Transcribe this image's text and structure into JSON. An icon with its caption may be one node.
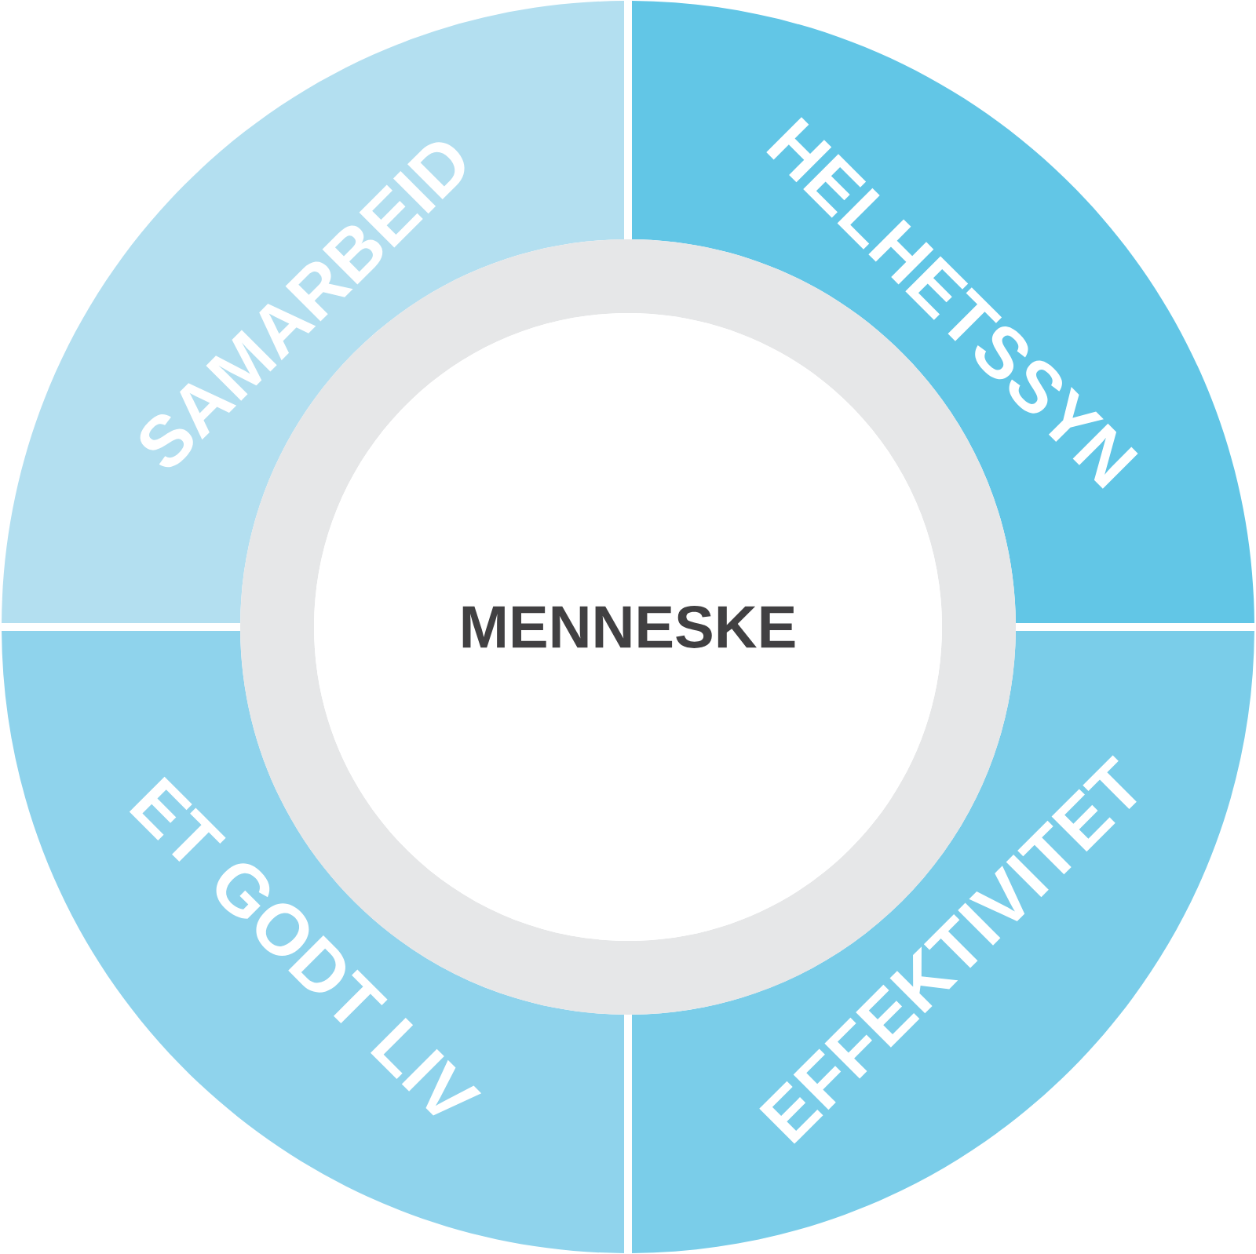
{
  "diagram": {
    "nodes": [
      {
        "text": [
          "SAMARBEID"
        ]
      },
      {
        "text": [
          "HELHETSSYN"
        ]
      },
      {
        "text": [
          "MENNESKE"
        ]
      },
      {
        "text": [
          "ET GODT LIV"
        ]
      },
      {
        "text": [
          "EFFEKTIVITET"
        ]
      }
    ]
  }
}
